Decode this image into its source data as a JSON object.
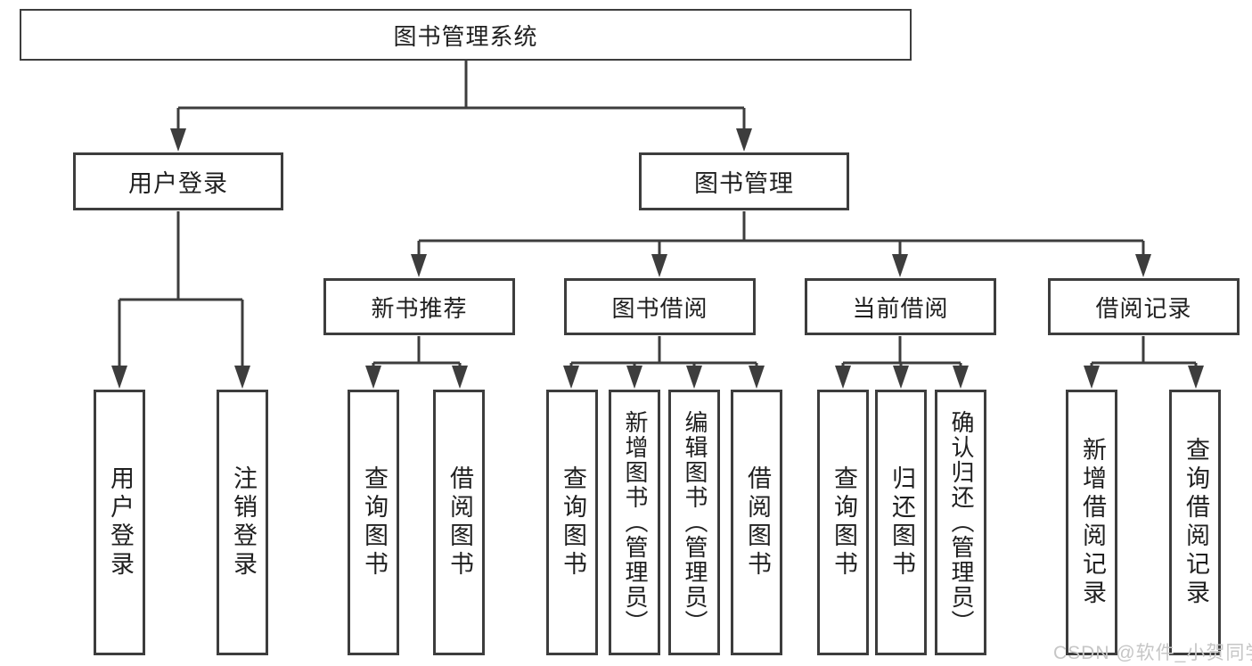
{
  "tree": {
    "root": {
      "label": "图书管理系统"
    },
    "branches": [
      {
        "label": "用户登录",
        "children": [
          {
            "label": "用户登录"
          },
          {
            "label": "注销登录"
          }
        ]
      },
      {
        "label": "图书管理",
        "children": [
          {
            "label": "新书推荐",
            "children": [
              {
                "label": "查询图书"
              },
              {
                "label": "借阅图书"
              }
            ]
          },
          {
            "label": "图书借阅",
            "children": [
              {
                "label": "查询图书"
              },
              {
                "label": "新增图书（管理员）"
              },
              {
                "label": "编辑图书（管理员）"
              },
              {
                "label": "借阅图书"
              }
            ]
          },
          {
            "label": "当前借阅",
            "children": [
              {
                "label": "查询图书"
              },
              {
                "label": "归还图书"
              },
              {
                "label": "确认归还（管理员）"
              }
            ]
          },
          {
            "label": "借阅记录",
            "children": [
              {
                "label": "新增借阅记录"
              },
              {
                "label": "查询借阅记录"
              }
            ]
          }
        ]
      }
    ]
  },
  "watermark": {
    "text": "CSDN @软件_小贺同学"
  },
  "colors": {
    "line": "#3d3d3d",
    "box_border": "#3d3d3d",
    "text": "#1f1f1f",
    "watermark": "#c6c6c6",
    "background": "#ffffff"
  }
}
